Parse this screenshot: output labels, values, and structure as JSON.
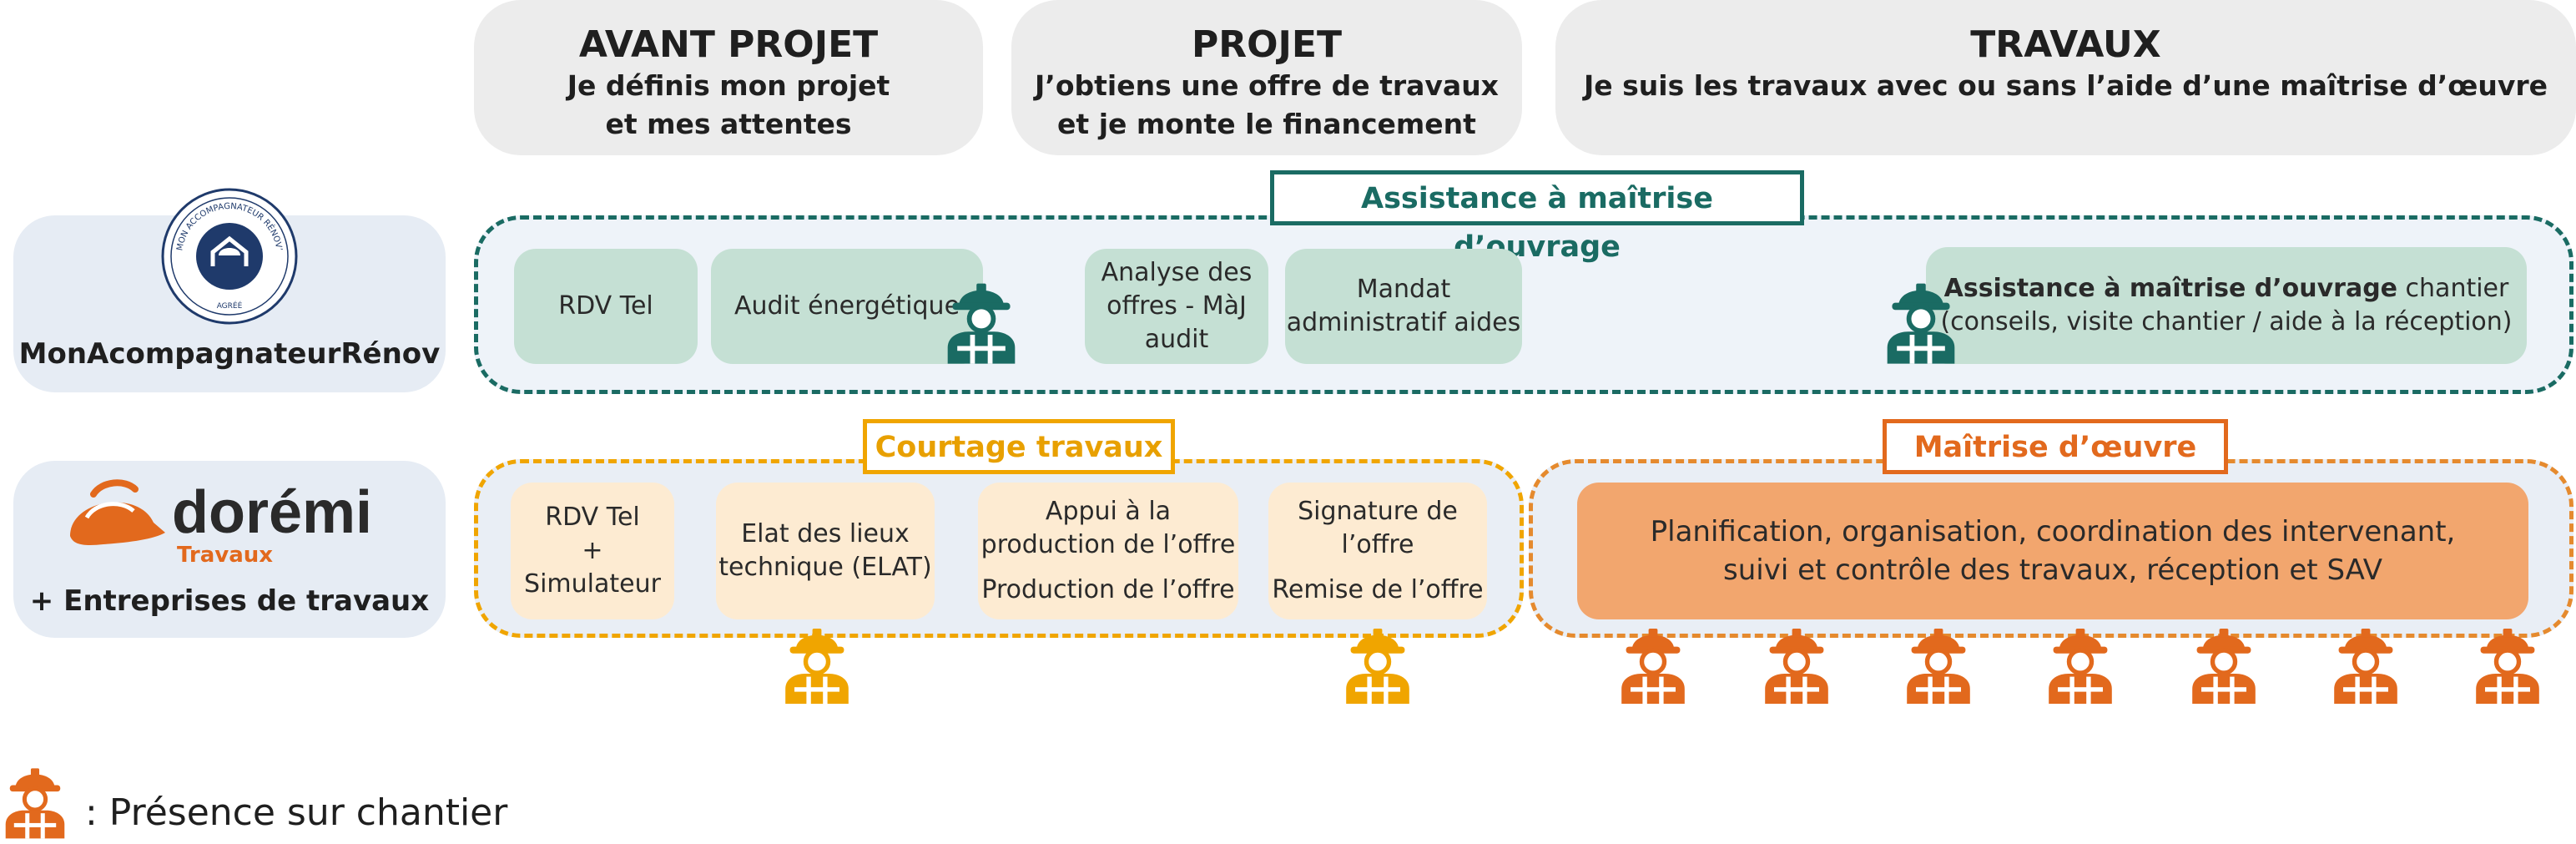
{
  "phases": [
    {
      "title": "AVANT PROJET",
      "line1": "Je définis mon projet",
      "line2": "et mes attentes"
    },
    {
      "title": "PROJET",
      "line1": "J’obtiens une offre de travaux",
      "line2": "et je monte le financement"
    },
    {
      "title": "TRAVAUX",
      "line1": "Je suis les travaux avec ou sans l’aide d’une maîtrise d’œuvre",
      "line2": ""
    }
  ],
  "actors": {
    "mar": {
      "name": "MonAcompagnateurRénov",
      "seal_text": "MON ACCOMPAGNATEUR RÉNOV’",
      "seal_sub": "AGRÉÉ"
    },
    "doremi": {
      "brand": "dorémi",
      "sub": "Travaux",
      "name": "+ Entreprises de travaux"
    }
  },
  "labels": {
    "amo": "Assistance à maîtrise d’ouvrage",
    "courtage": "Courtage travaux",
    "moe": "Maîtrise d’œuvre"
  },
  "green_steps": {
    "rdv": "RDV Tel",
    "audit": "Audit énergétique",
    "analyse": [
      "Analyse des",
      "offres - MàJ",
      "audit"
    ],
    "mandat": [
      "Mandat",
      "administratif aides"
    ],
    "amo_chantier": {
      "bold": "Assistance à maîtrise d’ouvrage",
      "rest": " chantier",
      "line2": "(conseils, visite chantier / aide à la réception)"
    }
  },
  "orange_steps": {
    "rdv": [
      "RDV Tel",
      "+",
      "Simulateur"
    ],
    "elat": [
      "Elat des lieux",
      "technique (ELAT)"
    ],
    "appui": [
      "Appui à la",
      "production de l’offre",
      "Production de l’offre"
    ],
    "signature": [
      "Signature de",
      "l’offre",
      "Remise de l’offre"
    ],
    "planif": [
      "Planification, organisation, coordination des intervenant,",
      "suivi et contrôle des travaux, réception et SAV"
    ]
  },
  "legend": {
    "text": ": Présence sur chantier"
  },
  "colors": {
    "green": "#1a6b63",
    "yellow": "#f0a500",
    "orange": "#e2691d",
    "navy": "#1f3a6b"
  }
}
